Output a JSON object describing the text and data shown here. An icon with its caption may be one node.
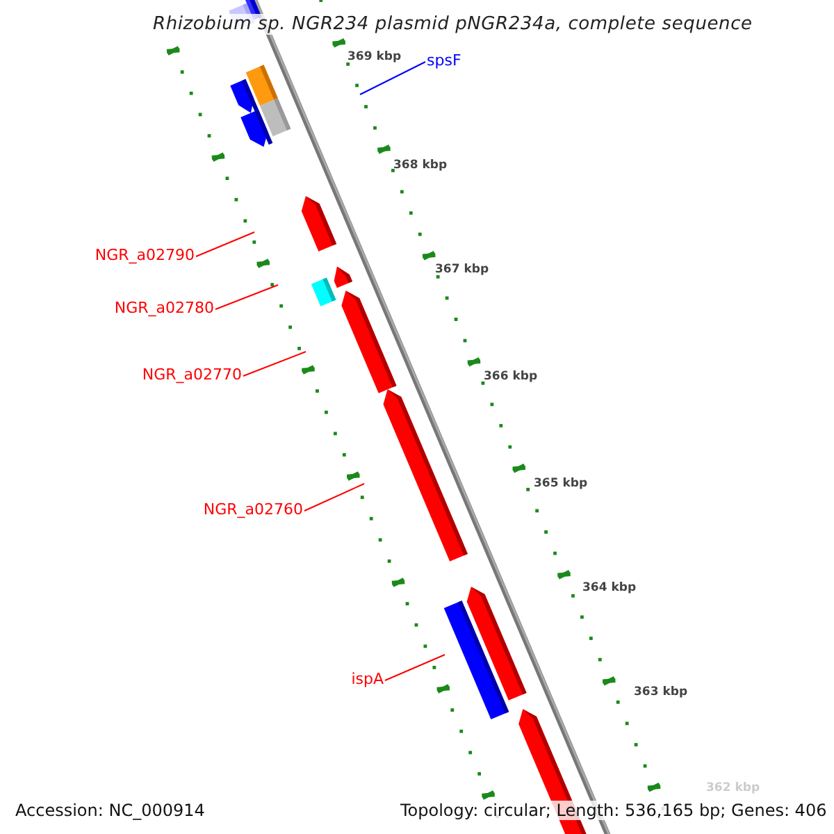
{
  "diagram": {
    "title": "Rhizobium sp. NGR234 plasmid pNGR234a, complete sequence",
    "nodes": [
      {
        "text": [
          "spsF"
        ]
      },
      {
        "text": [
          "NGR_a02790"
        ]
      },
      {
        "text": [
          "NGR_a02780"
        ]
      },
      {
        "text": [
          "NGR_a02770"
        ]
      },
      {
        "text": [
          "NGR_a02760"
        ]
      },
      {
        "text": [
          "ispA"
        ]
      }
    ],
    "edges": [
      {
        "from": 0,
        "to": null,
        "arrow": "none",
        "color": "#0000ff"
      },
      {
        "from": 1,
        "to": null,
        "arrow": "none"
      },
      {
        "from": 2,
        "to": null,
        "arrow": "none"
      },
      {
        "from": 3,
        "to": null,
        "arrow": "none"
      },
      {
        "from": 4,
        "to": null,
        "arrow": "none"
      },
      {
        "from": 5,
        "to": null,
        "arrow": "none"
      }
    ],
    "labels": [
      "369 kbp",
      "368 kbp",
      "367 kbp",
      "366 kbp",
      "365 kbp",
      "364 kbp",
      "363 kbp",
      "362 kbp",
      "Accession: NC_000914",
      "Topology: circular; Length: 536,165 bp; Genes: 406"
    ]
  }
}
